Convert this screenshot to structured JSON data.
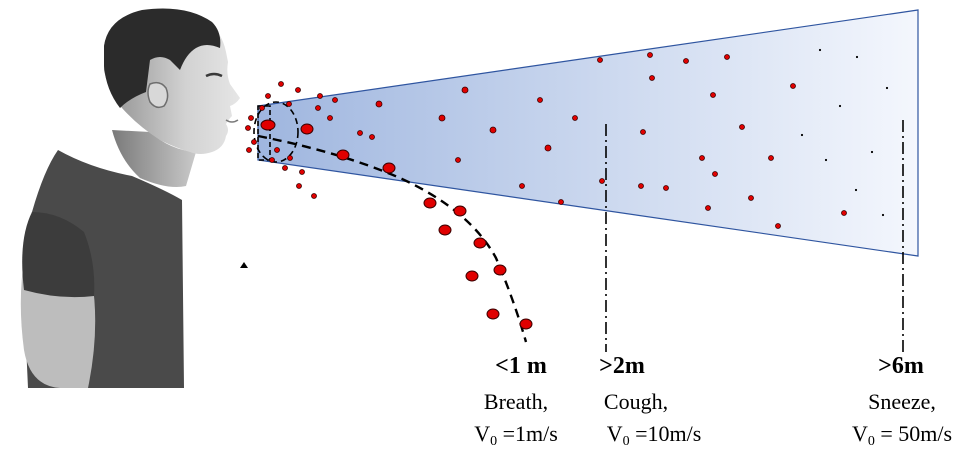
{
  "labels": [
    {
      "distance": "<1 m",
      "kind": "Breath,",
      "v_prefix": "V",
      "v_sub": "0",
      "v_value": " =1m/s"
    },
    {
      "distance": ">2m",
      "kind": "Cough,",
      "v_prefix": "V",
      "v_sub": "0",
      "v_value": " =10m/s"
    },
    {
      "distance": ">6m",
      "kind": "Sneeze,",
      "v_prefix": "V",
      "v_sub": "0",
      "v_value": " = 50m/s"
    }
  ],
  "colors": {
    "cone_start": "#9fb6df",
    "cone_end": "#f4f7fd",
    "cone_edge": "#2f55a0",
    "droplet_fill": "#e00000",
    "droplet_stroke": "#3a0000",
    "skin": "#d0d0d0",
    "skin_shadow": "#9a9a9a",
    "hair": "#2b2b2b",
    "shirt": "#4a4a4a",
    "line": "#000000"
  }
}
